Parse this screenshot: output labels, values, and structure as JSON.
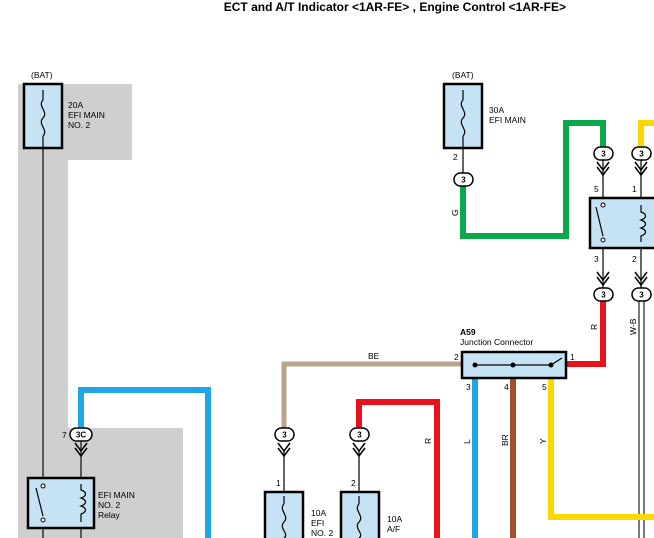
{
  "page_title": "ECT and A/T Indicator <1AR-FE> , Engine Control <1AR-FE>",
  "colors": {
    "gray_zone": "#cfcfcf",
    "component_fill": "#c6e3f5",
    "wire_tan": "#b9a48c",
    "wire_blue": "#1ea6e6",
    "wire_red": "#e8121c",
    "wire_green": "#0aa84a",
    "wire_brown": "#a0522d",
    "wire_yellow": "#ffd700",
    "wire_black": "#333333"
  },
  "components": {
    "bat_left": "(BAT)",
    "bat_right": "(BAT)",
    "fuse_efi_main_no2": {
      "line1": "20A",
      "line2": "EFI MAIN",
      "line3": "NO. 2"
    },
    "fuse_efi_main": {
      "line1": "30A",
      "line2": "EFI MAIN"
    },
    "relay_efi_main_no2": {
      "line1": "EFI MAIN",
      "line2": "NO. 2",
      "line3": "Relay"
    },
    "fuse_efi_no2": {
      "line1": "10A",
      "line2": "EFI",
      "line3": "NO. 2"
    },
    "fuse_af": {
      "line1": "10A",
      "line2": "A/F"
    },
    "junction_connector": {
      "id": "A59",
      "name": "Junction Connector"
    }
  },
  "connectors": {
    "c_bat_30a": "3",
    "c_green_top": "3",
    "c_yellow_top": "3",
    "c_relay_bottom_left": "3",
    "c_relay_bottom_right": "3",
    "c_3c": "3C",
    "c_fuse_efi_no2": "3",
    "c_fuse_af": "3"
  },
  "pins": {
    "fuse30a_bottom": "2",
    "relay_r_pin5": "5",
    "relay_r_pin1": "1",
    "relay_r_pin3": "3",
    "relay_r_pin2": "2",
    "jc_pin2": "2",
    "jc_pin1": "1",
    "jc_pin3": "3",
    "jc_pin4": "4",
    "jc_pin5": "5",
    "conn_3c_pin": "7",
    "fuse_efi_no2_pin": "1",
    "fuse_af_pin": "2"
  },
  "wire_labels": {
    "green": "G",
    "red_upper": "R",
    "white_black": "W-B",
    "tan": "BE",
    "red_lower": "R",
    "blue": "L",
    "brown": "BR",
    "yellow": "Y"
  }
}
